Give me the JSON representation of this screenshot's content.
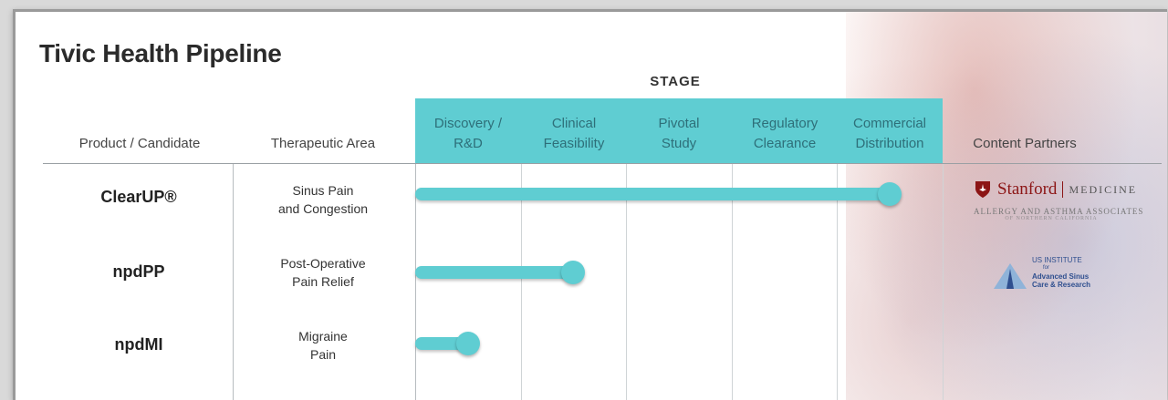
{
  "title": "Tivic Health Pipeline",
  "stage_label": "STAGE",
  "columns": {
    "product": "Product / Candidate",
    "area": "Therapeutic Area",
    "partners": "Content Partners"
  },
  "chart_data": {
    "type": "bar",
    "orientation": "horizontal",
    "stages": [
      "Discovery / R&D",
      "Clinical Feasibility",
      "Pivotal Study",
      "Regulatory Clearance",
      "Commercial Distribution"
    ],
    "stage_lines": [
      [
        "Discovery /",
        "R&D"
      ],
      [
        "Clinical",
        "Feasibility"
      ],
      [
        "Pivotal",
        "Study"
      ],
      [
        "Regulatory",
        "Clearance"
      ],
      [
        "Commercial",
        "Distribution"
      ]
    ],
    "rows": [
      {
        "product": "ClearUP®",
        "area_lines": [
          "Sinus Pain",
          "and Congestion"
        ],
        "progress_stages": 4.5
      },
      {
        "product": "npdPP",
        "area_lines": [
          "Post-Operative",
          "Pain Relief"
        ],
        "progress_stages": 1.5
      },
      {
        "product": "npdMI",
        "area_lines": [
          "Migraine",
          "Pain"
        ],
        "progress_stages": 0.5
      }
    ],
    "xlim": [
      0,
      5
    ]
  },
  "partners": {
    "stanford": {
      "name": "Stanford",
      "unit": "MEDICINE",
      "sub": "ALLERGY AND ASTHMA ASSOCIATES",
      "sub2": "OF NORTHERN CALIFORNIA"
    },
    "usi": {
      "line1": "US INSTITUTE",
      "line2": "for",
      "line3": "Advanced Sinus",
      "line4": "Care & Research"
    }
  },
  "colors": {
    "accent": "#5fcdd2",
    "stage_text": "#2e6f79",
    "stanford_red": "#8c1515",
    "usi_blue": "#2f4f8f"
  }
}
